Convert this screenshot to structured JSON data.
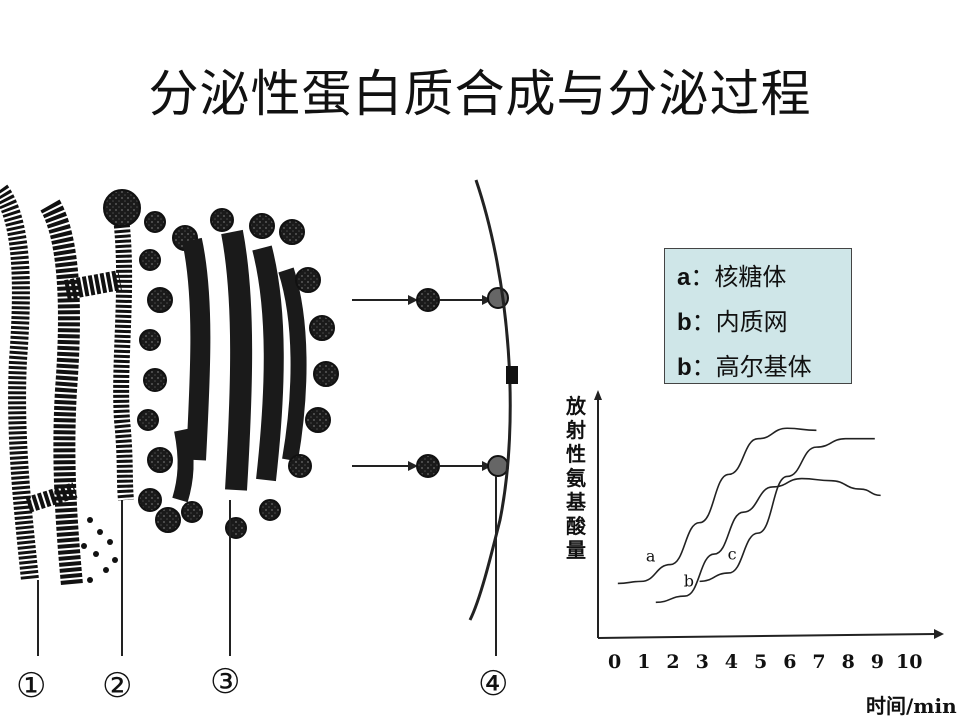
{
  "title": "分泌性蛋白质合成与分泌过程",
  "markers": [
    "①",
    "②",
    "③",
    "④"
  ],
  "legend": [
    {
      "key": "a",
      "sep": "：",
      "text": "核糖体"
    },
    {
      "key": "b",
      "sep": "：",
      "text": "内质网"
    },
    {
      "key": "b",
      "sep": "：",
      "text": "高尔基体"
    }
  ],
  "chart_data": {
    "type": "line",
    "title": "",
    "ylabel": "放射性氨基酸量",
    "xlabel": "时间/min",
    "x_ticks": [
      "0",
      "1",
      "2",
      "3",
      "4",
      "5",
      "6",
      "7",
      "8",
      "9",
      "10"
    ],
    "xlim": [
      0,
      10
    ],
    "ylim": [
      0,
      1
    ],
    "grid": false,
    "series": [
      {
        "name": "a",
        "points": [
          [
            0.2,
            0.26
          ],
          [
            1,
            0.27
          ],
          [
            2,
            0.35
          ],
          [
            3,
            0.55
          ],
          [
            4,
            0.78
          ],
          [
            5,
            0.95
          ],
          [
            6,
            1.0
          ],
          [
            7,
            0.99
          ]
        ]
      },
      {
        "name": "b",
        "points": [
          [
            1.5,
            0.17
          ],
          [
            2.5,
            0.2
          ],
          [
            3.5,
            0.4
          ],
          [
            4.5,
            0.6
          ],
          [
            5.5,
            0.72
          ],
          [
            6.5,
            0.76
          ],
          [
            7.5,
            0.75
          ],
          [
            8.5,
            0.71
          ],
          [
            9.2,
            0.68
          ]
        ]
      },
      {
        "name": "c",
        "points": [
          [
            3.0,
            0.27
          ],
          [
            4,
            0.31
          ],
          [
            5,
            0.5
          ],
          [
            6,
            0.77
          ],
          [
            7,
            0.91
          ],
          [
            8,
            0.95
          ],
          [
            9,
            0.95
          ]
        ]
      }
    ]
  }
}
